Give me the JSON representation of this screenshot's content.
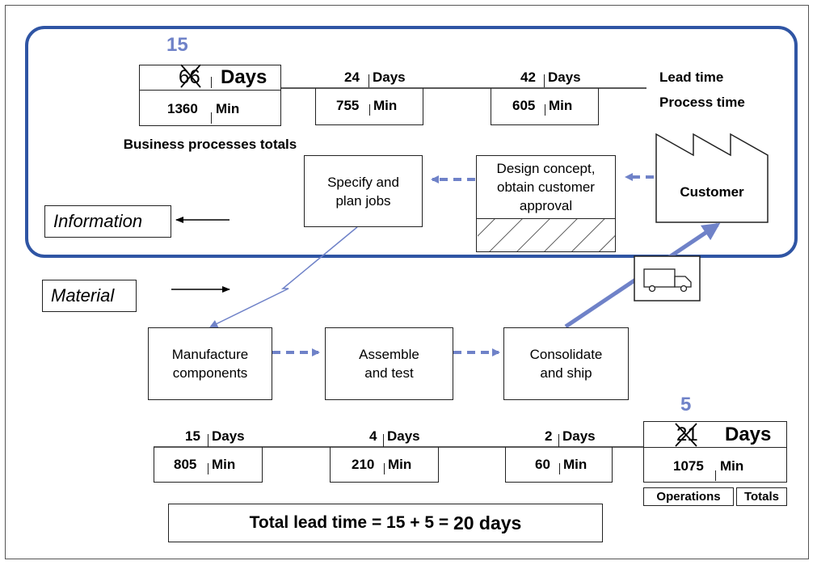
{
  "business": {
    "revised_lead": "15",
    "totals_lead": "66",
    "totals_lead_unit": "Days",
    "totals_process": "1360",
    "totals_process_unit": "Min",
    "totals_caption": "Business processes totals",
    "steps": [
      {
        "lead": "24",
        "lead_unit": "Days",
        "process": "755",
        "process_unit": "Min"
      },
      {
        "lead": "42",
        "lead_unit": "Days",
        "process": "605",
        "process_unit": "Min"
      }
    ],
    "legend_lead": "Lead time",
    "legend_process": "Process time"
  },
  "processes": {
    "specify": "Specify and plan jobs",
    "design": "Design concept, obtain customer approval",
    "customer": "Customer",
    "manufacture": "Manufacture components",
    "assemble": "Assemble and test",
    "consolidate": "Consolidate and ship"
  },
  "legend": {
    "information": "Information",
    "material": "Material"
  },
  "operations": {
    "steps": [
      {
        "lead": "15",
        "lead_unit": "Days",
        "process": "805",
        "process_unit": "Min"
      },
      {
        "lead": "4",
        "lead_unit": "Days",
        "process": "210",
        "process_unit": "Min"
      },
      {
        "lead": "2",
        "lead_unit": "Days",
        "process": "60",
        "process_unit": "Min"
      }
    ],
    "revised_lead": "5",
    "totals_lead": "21",
    "totals_lead_unit": "Days",
    "totals_process": "1075",
    "totals_process_unit": "Min",
    "label_operations": "Operations",
    "label_totals": "Totals"
  },
  "summary": {
    "prefix": "Total lead time = 15 + 5 = ",
    "result": "20 days"
  },
  "colors": {
    "accent": "#2f55a4",
    "arrow": "#6f82c8"
  }
}
